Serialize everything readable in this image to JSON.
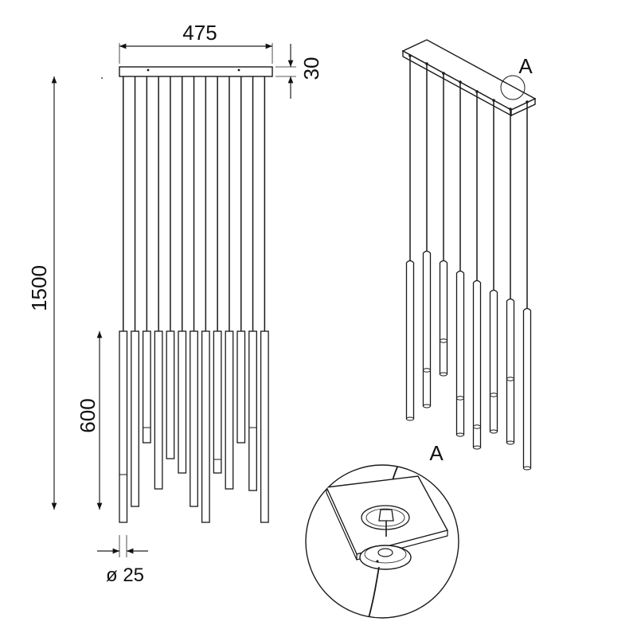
{
  "dimensions": {
    "width": "475",
    "canopy_height": "30",
    "total_height": "1500",
    "tube_length": "600",
    "tube_diameter": "ø 25"
  },
  "callouts": {
    "detail_marker": "A",
    "detail_title": "A"
  },
  "colors": {
    "line": "#1a1a1a",
    "dim_line": "#222222",
    "fill": "#ffffff"
  }
}
